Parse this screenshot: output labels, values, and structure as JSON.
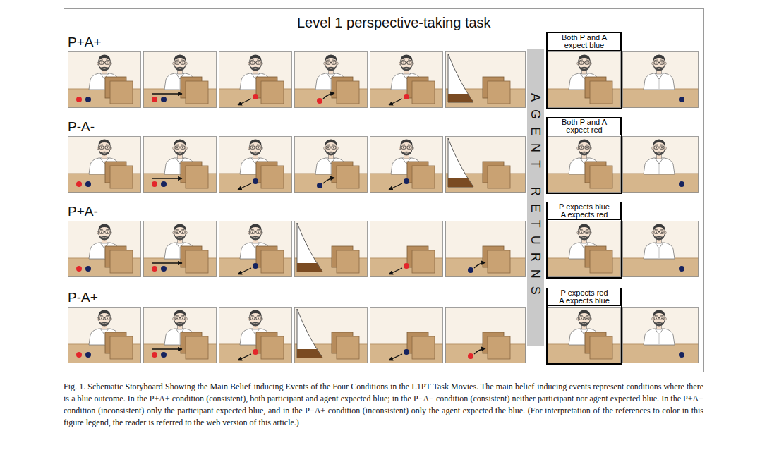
{
  "diagram": {
    "title": "Level 1 perspective-taking task",
    "caption": "Fig. 1. Schematic Storyboard Showing the Main Belief-inducing Events of the Four Conditions in the L1PT Task Movies. The main belief-inducing events represent conditions where there is a blue outcome. In the P+A+ condition (consistent), both participant and agent expected blue; in the P−A− condition (consistent) neither participant nor agent expected blue. In the P+A− condition (inconsistent) only the participant expected blue, and in the P−A+ condition (inconsistent) only the agent expected the blue. (For interpretation of the references to color in this figure legend, the reader is referred to the web version of this article.)",
    "nodes": [
      {
        "text": [
          "Both P and A expect blue"
        ]
      },
      {
        "text": [
          "Both P and A expect red"
        ]
      },
      {
        "text": [
          "P expects blue A expects red"
        ]
      },
      {
        "text": [
          "P expects red A expects blue"
        ]
      },
      {
        "text": [
          "AGENT RETURNS"
        ]
      }
    ],
    "labels": [
      "P+A+",
      "P-A-",
      "P+A-",
      "P-A+"
    ]
  }
}
